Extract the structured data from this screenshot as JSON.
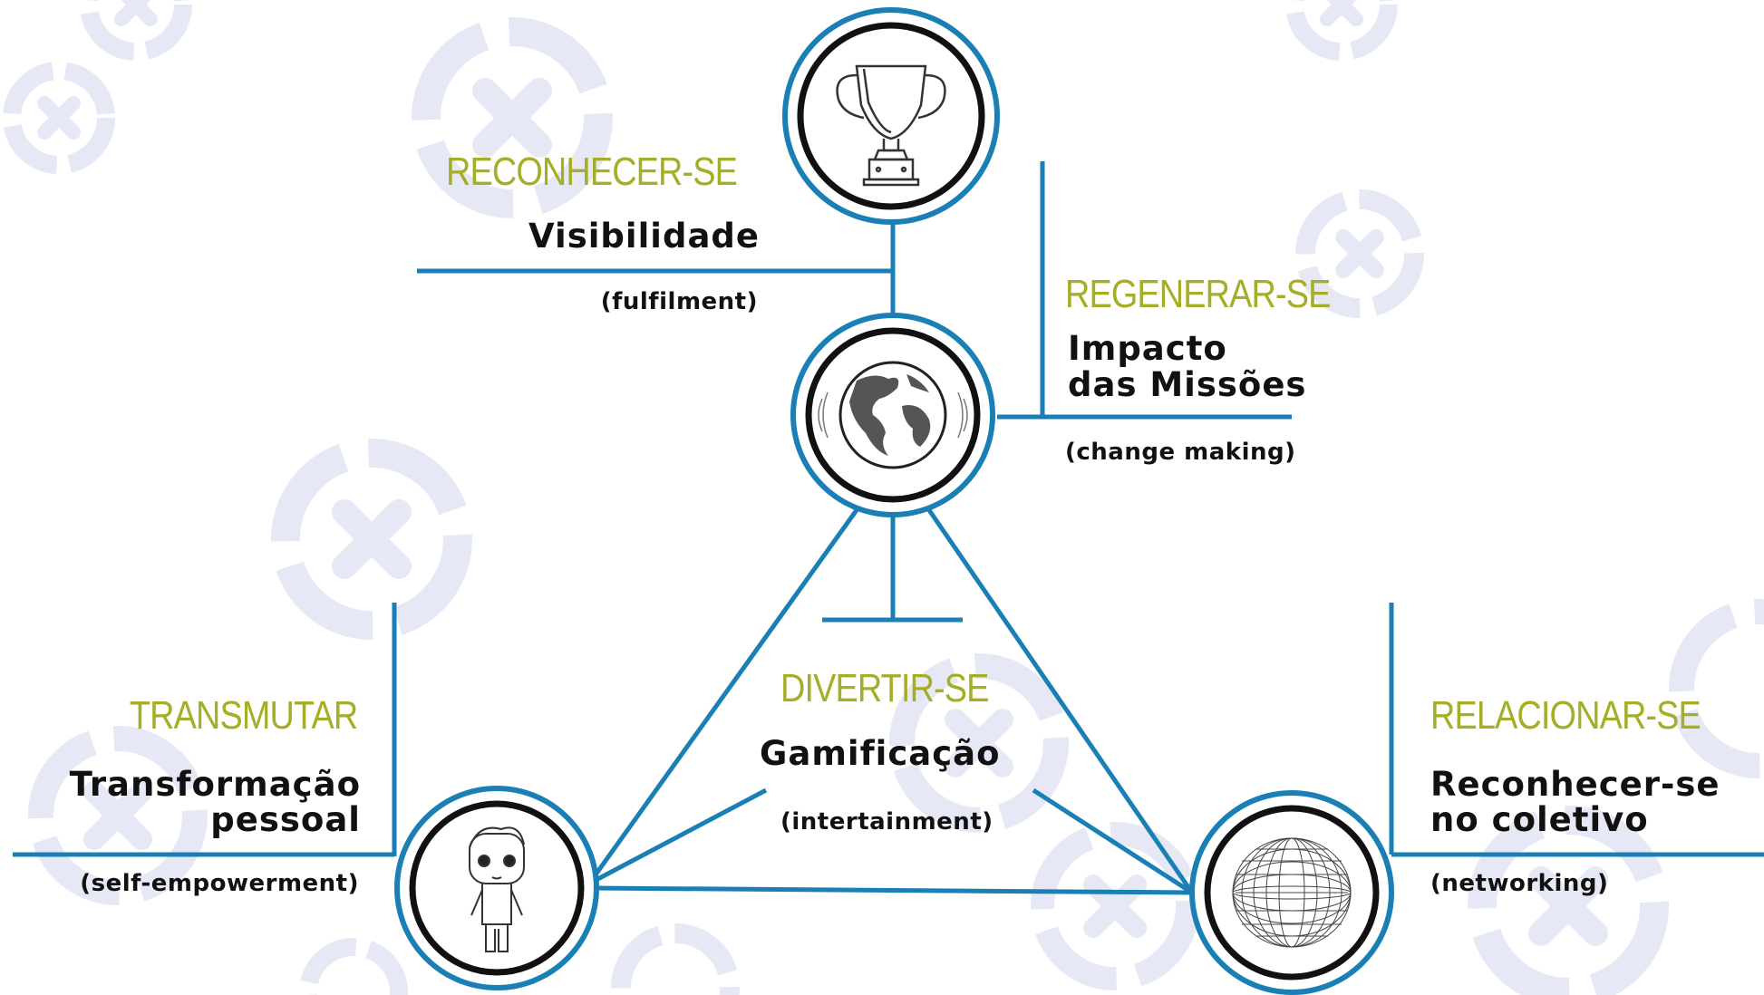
{
  "nodes": {
    "top": {
      "title": "RECONHECER-SE",
      "name": "Visibilidade",
      "sub": "(fulfilment)",
      "icon": "trophy-icon"
    },
    "middle": {
      "title": "REGENERAR-SE",
      "name_line1": "Impacto",
      "name_line2": "das Missões",
      "sub": "(change making)",
      "icon": "globe-icon"
    },
    "center": {
      "title": "DIVERTIR-SE",
      "name": "Gamificação",
      "sub": "(intertainment)"
    },
    "left": {
      "title": "TRANSMUTAR",
      "name_line1": "Transformação",
      "name_line2": "pessoal",
      "sub": "(self-empowerment)",
      "icon": "person-figure-icon"
    },
    "right": {
      "title": "RELACIONAR-SE",
      "name_line1": "Reconhecer-se",
      "name_line2": "no coletivo",
      "sub": "(networking)",
      "icon": "wire-sphere-icon"
    }
  },
  "colors": {
    "accent_line": "#1a7fb5",
    "title_text": "#a6ad26",
    "body_text": "#111111",
    "watermark": "#e6e9f5"
  },
  "watermark_icon": "circled-x-logo"
}
